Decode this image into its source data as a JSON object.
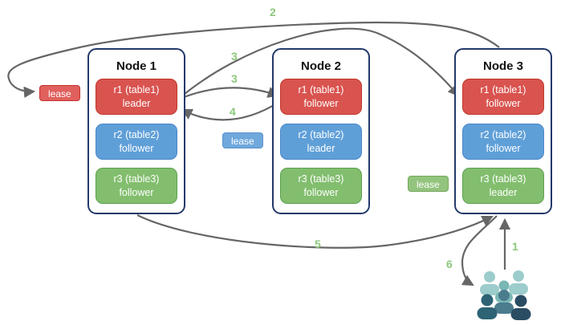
{
  "nodes": [
    {
      "title": "Node 1",
      "replicas": [
        {
          "name": "r1 (table1)",
          "role": "leader",
          "color": "red"
        },
        {
          "name": "r2 (table2)",
          "role": "follower",
          "color": "blue"
        },
        {
          "name": "r3 (table3)",
          "role": "follower",
          "color": "green"
        }
      ]
    },
    {
      "title": "Node 2",
      "replicas": [
        {
          "name": "r1 (table1)",
          "role": "follower",
          "color": "red"
        },
        {
          "name": "r2 (table2)",
          "role": "leader",
          "color": "blue"
        },
        {
          "name": "r3 (table3)",
          "role": "follower",
          "color": "green"
        }
      ]
    },
    {
      "title": "Node 3",
      "replicas": [
        {
          "name": "r1 (table1)",
          "role": "follower",
          "color": "red"
        },
        {
          "name": "r2 (table2)",
          "role": "follower",
          "color": "blue"
        },
        {
          "name": "r3 (table3)",
          "role": "leader",
          "color": "green"
        }
      ]
    }
  ],
  "leases": [
    {
      "label": "lease",
      "color": "#e0605d"
    },
    {
      "label": "lease",
      "color": "#6fa8dc"
    },
    {
      "label": "lease",
      "color": "#93c47d"
    }
  ],
  "arrow_labels": {
    "step1": "1",
    "step2": "2",
    "step3_upper": "3",
    "step3_lower": "3",
    "step4": "4",
    "step5": "5",
    "step6": "6"
  },
  "palette": {
    "arrow": "#666666",
    "number_green": "#8cc87c",
    "node_border": "#24396b",
    "replica_red": "#d9534f",
    "replica_blue": "#5f9fd8",
    "replica_green": "#82be6e"
  },
  "users_icon": {
    "name": "users-group-icon",
    "colors": [
      "#9ccccb",
      "#9ccccb",
      "#7ab7b5",
      "#4a7c8e",
      "#2d6374",
      "#2b4d63"
    ]
  }
}
